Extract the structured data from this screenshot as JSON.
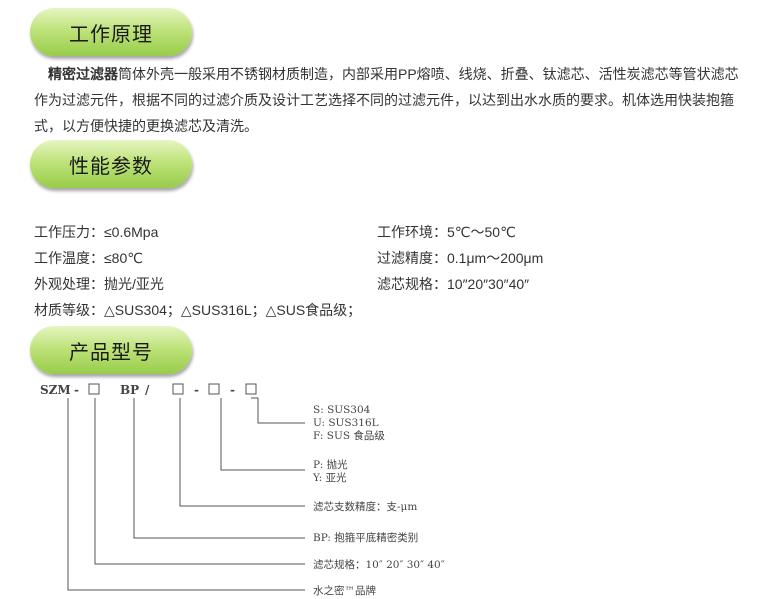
{
  "sections": {
    "principle": {
      "title": "工作原理"
    },
    "performance": {
      "title": "性能参数"
    },
    "model": {
      "title": "产品型号"
    }
  },
  "principle_text": {
    "lead": "精密过滤器",
    "body": "筒体外壳一般采用不锈钢材质制造，内部采用PP熔喷、线烧、折叠、钛滤芯、活性炭滤芯等管状滤芯作为过滤元件，根据不同的过滤介质及设计工艺选择不同的过滤元件，以达到出水水质的要求。机体选用快装抱箍式，以方便快捷的更换滤芯及清洗。"
  },
  "specs": [
    {
      "label": "工作压力：",
      "value": "≤0.6Mpa"
    },
    {
      "label": "工作环境：",
      "value": "5℃～50℃"
    },
    {
      "label": "工作温度：",
      "value": "≤80℃"
    },
    {
      "label": "过滤精度：",
      "value": "0.1μm～200μm"
    },
    {
      "label": "外观处理：",
      "value": "抛光/亚光"
    },
    {
      "label": "滤芯规格：",
      "value": "10″20″30″40″"
    },
    {
      "label": "材质等级：",
      "value": "△SUS304；△SUS316L；△SUS食品级；"
    }
  ],
  "model_code": {
    "prefix": "SZM",
    "dash": "-",
    "bp": "BP",
    "slash": "/",
    "box": "□"
  },
  "legend": {
    "material": [
      "S:  SUS304",
      "U:  SUS316L",
      "F:  SUS 食品级"
    ],
    "finish": [
      "P:  抛光",
      "Y:  亚光"
    ],
    "precision": "滤芯支数精度：支-μm",
    "bp": "BP:  抱箍平底精密类别",
    "size": "滤芯规格：10″  20″  30″  40″",
    "brand": "水之密™品牌"
  }
}
